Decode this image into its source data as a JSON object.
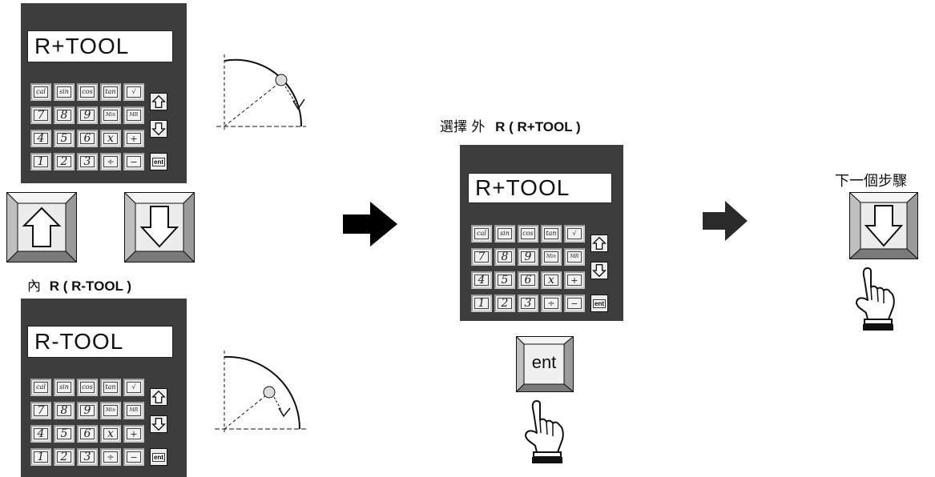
{
  "keypad": {
    "function_keys": [
      "cal",
      "sin",
      "cos",
      "tan",
      "√"
    ],
    "row2": [
      "7",
      "8",
      "9",
      "Min",
      "MR"
    ],
    "row3": [
      "4",
      "5",
      "6",
      "x",
      "+"
    ],
    "row4": [
      "1",
      "2",
      "3",
      "÷",
      "−"
    ],
    "enter_label": "ent"
  },
  "left": {
    "top_display": "R+TOOL",
    "bottom_display": "R-TOOL",
    "inner_caption_cjk": "內",
    "inner_caption_label": "R ( R-TOOL )"
  },
  "center": {
    "caption_cjk": "選擇 外",
    "caption_label": "R ( R+TOOL )",
    "display": "R+TOOL",
    "enter_button_label": "ent"
  },
  "right": {
    "caption": "下一個步驟"
  },
  "icons": [
    "up-arrow-key-icon",
    "down-arrow-key-icon",
    "pointing-hand-icon",
    "right-arrow-icon",
    "arc-radius-diagram-icon"
  ]
}
